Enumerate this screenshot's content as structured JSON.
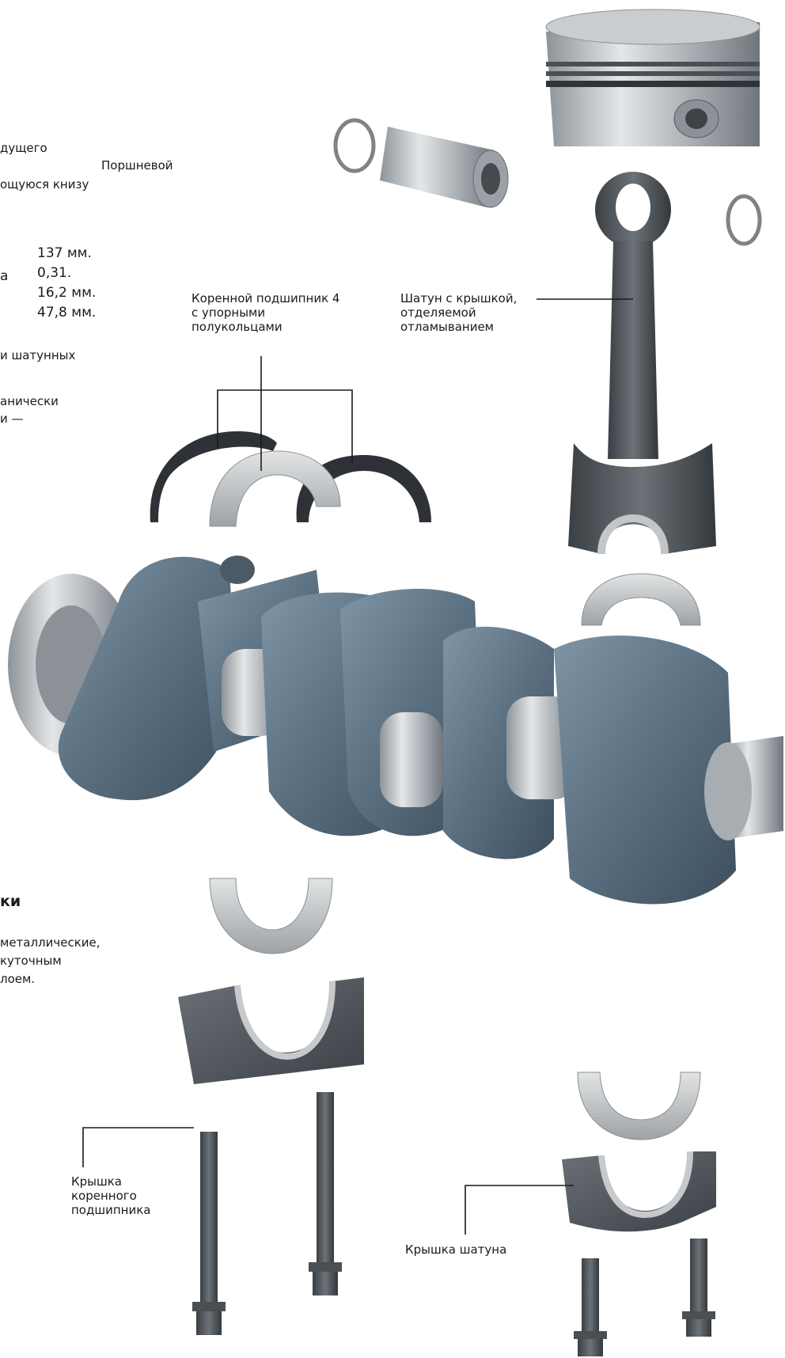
{
  "intro_text": [
    "дущего",
    "Поршневой",
    "ощуюся книзу"
  ],
  "specs": {
    "values": [
      "137 мм.",
      "0,31.",
      "16,2 мм.",
      "47,8 мм."
    ],
    "left_fragment": "а"
  },
  "body_text": [
    "и шатунных",
    "анически",
    "и —"
  ],
  "section_heading": "ки",
  "bearing_text": [
    "металлические,",
    "куточным",
    "лоем."
  ],
  "labels": {
    "main_bearing_thrust": [
      "Коренной подшипник 4",
      "с упорными",
      "полукольцами"
    ],
    "connecting_rod": [
      "Шатун с крышкой,",
      "отделяемой",
      "отламыванием"
    ],
    "main_bearing_cap": [
      "Крышка",
      "коренного",
      "подшипника"
    ],
    "rod_cap": "Крышка шатуна"
  },
  "colors": {
    "steel_dark": "#4f6373",
    "steel_mid": "#6f8496",
    "bearing_light": "#c9ccce",
    "chrome": "#b6bbbf",
    "leader": "#1a1a1a"
  },
  "icons": [
    "piston",
    "piston-pin",
    "snap-ring",
    "connecting-rod",
    "thrust-half-ring",
    "bearing-shell",
    "crankshaft",
    "main-bearing-cap",
    "rod-cap",
    "bolt"
  ]
}
